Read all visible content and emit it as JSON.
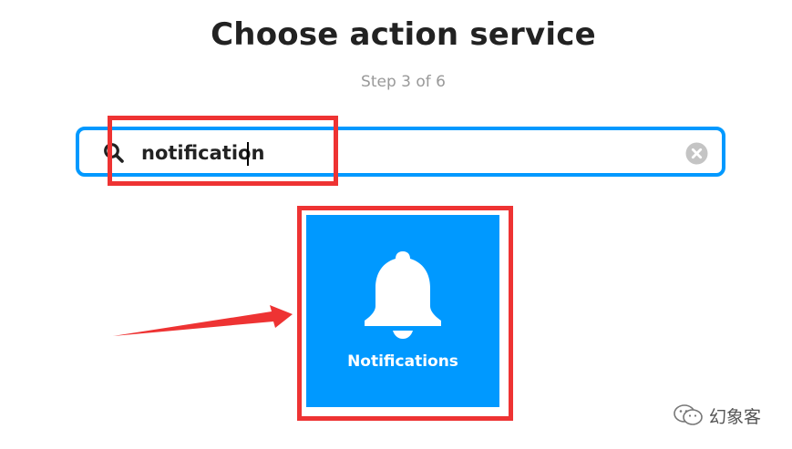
{
  "header": {
    "title": "Choose action service",
    "step": "Step 3 of 6"
  },
  "search": {
    "value": "notification",
    "icon": "search-icon",
    "clear_icon": "clear-icon"
  },
  "results": [
    {
      "label": "Notifications",
      "icon": "bell-icon",
      "color": "#0099ff"
    }
  ],
  "annotations": {
    "color": "#ee3333"
  },
  "watermark": {
    "text": "幻象客"
  }
}
